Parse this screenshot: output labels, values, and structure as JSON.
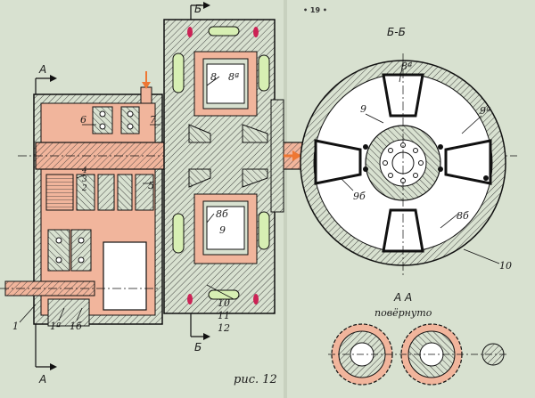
{
  "page_number": "• 19 •",
  "caption": "рис. 12",
  "section_labels": {
    "a_top": "А",
    "a_bottom": "А",
    "b_top": "Б",
    "b_bottom": "Б",
    "bb_title": "Б-Б",
    "aa_title": "А А",
    "aa_subtitle": "повёрнуто"
  },
  "callouts": {
    "c6": "6",
    "c7": "7",
    "c4": "4",
    "c3": "3",
    "c2": "2",
    "c5": "5",
    "c1": "1",
    "c1a": "1ª",
    "c1b": "1б",
    "c8_left": "8",
    "c8a_left": "8ª",
    "c8b_left": "8б",
    "c9_left": "9",
    "c10_left": "10",
    "c11_left": "11",
    "c12_left": "12",
    "c8a_right": "8ª",
    "c9_right": "9",
    "c9a_right": "9ª",
    "c9b_right": "9б",
    "c8b_right": "8б",
    "c10_right": "10"
  },
  "colors": {
    "paper": "#d8e1d0",
    "fill_salmon": "#f1b59c",
    "fill_green": "#d7efb3",
    "accent_red": "#cc2255",
    "arrow_orange": "#ee7733",
    "ink": "#1a1a1a"
  }
}
